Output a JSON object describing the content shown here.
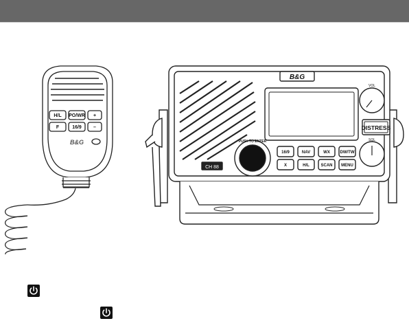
{
  "radio": {
    "brand_logo": "B&G",
    "push_to_enter": "PUSH TO ENTER",
    "volume_label": "VOL",
    "squelch_label": "SQL",
    "distress_label": "DISTRESS",
    "buttons": {
      "channel_16": "16/9",
      "nav": "NAV",
      "wx": "WX",
      "dual_watch": "DW/TW",
      "clear": "X",
      "hi_lo": "H/L",
      "scan": "SCAN",
      "menu": "MENU",
      "channel_text": "CH 88"
    }
  },
  "handset": {
    "brand_logo": "B&G",
    "buttons": {
      "hi_lo": "H/L",
      "power": "PO/WR",
      "up": "+",
      "func": "F",
      "ch16": "16/9",
      "down": "–"
    }
  },
  "icons": {
    "power_icon_1": "power-icon",
    "power_icon_2": "power-icon"
  }
}
